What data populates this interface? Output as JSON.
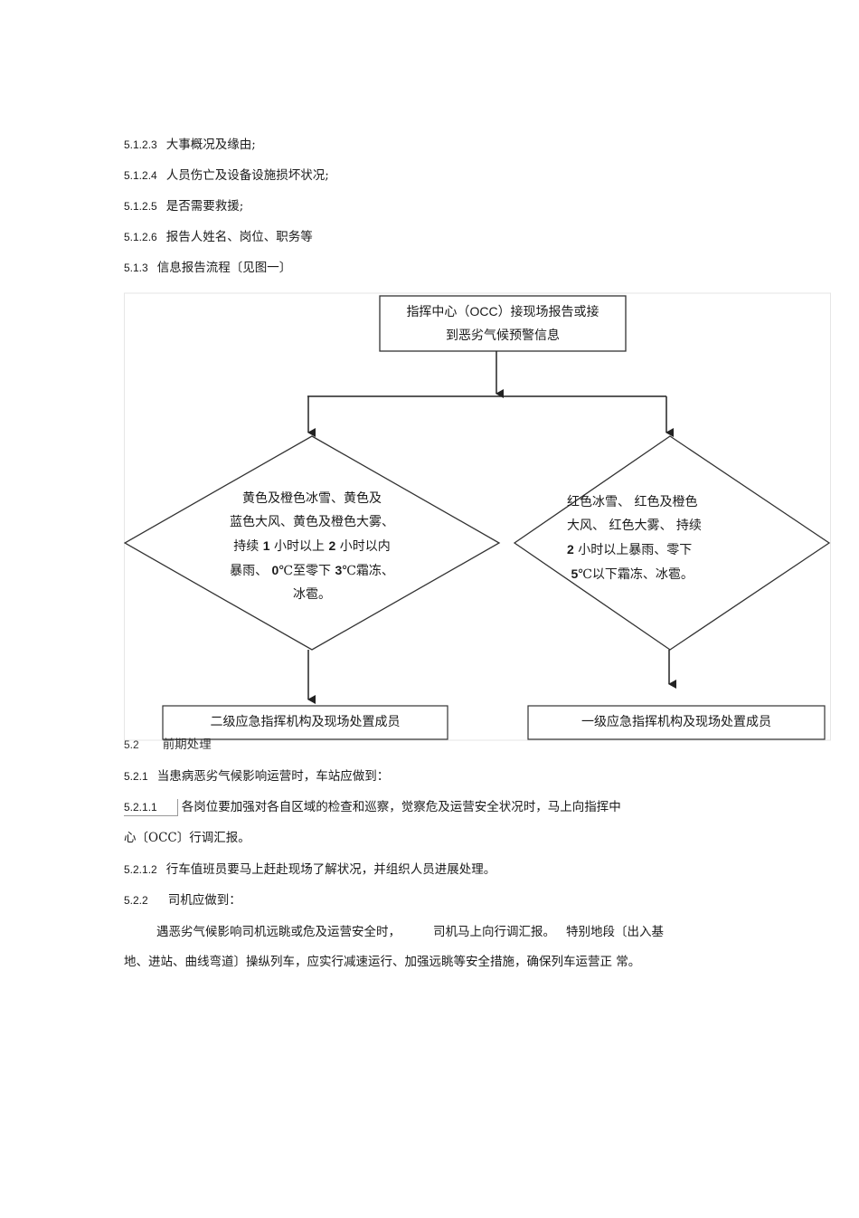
{
  "items": {
    "i1": {
      "num": "5.1.2.3",
      "text": "大事概况及缘由;"
    },
    "i2": {
      "num": "5.1.2.4",
      "text": "人员伤亡及设备设施损坏状况;"
    },
    "i3": {
      "num": "5.1.2.5",
      "text": "是否需要救援;"
    },
    "i4": {
      "num": "5.1.2.6",
      "text": "报告人姓名、岗位、职务等"
    },
    "i5": {
      "num": "5.1.3",
      "text": "信息报告流程〔见图一〕"
    }
  },
  "flow": {
    "top_l1_pre": "指挥中心（",
    "top_l1_en": "OCC",
    "top_l1_post": "）接现场报告或接",
    "top_l2": "到恶劣气候预警信息",
    "left": {
      "l1": "黄色及橙色冰雪、黄色及",
      "l2": "蓝色大风、黄色及橙色大雾、",
      "l3_a": "持续",
      "l3_n1": "1",
      "l3_b": "小时以上",
      "l3_n2": "2",
      "l3_c": "小时以内",
      "l4_a": "暴雨、",
      "l4_n1": "0",
      "l4_b": "℃至零下",
      "l4_n2": "3",
      "l4_c": "℃霜冻、",
      "l5": "冰雹。"
    },
    "right": {
      "l1": "红色冰雪、 红色及橙色",
      "l2": "大风、 红色大雾、 持续",
      "l3_n": "2",
      "l3": "小时以上暴雨、零下",
      "l4_n": "5",
      "l4": "℃以下霜冻、冰雹。"
    },
    "box_left": "二级应急指挥机构及现场处置成员",
    "box_right": "一级应急指挥机构及现场处置成员"
  },
  "sec52": {
    "num": "5.2",
    "text": "前期处理"
  },
  "p521": {
    "num": "5.2.1",
    "text": "当患病恶劣气候影响运营时，车站应做到："
  },
  "p5211": {
    "num": "5.2.1.1",
    "text": "各岗位要加强对各自区域的检查和巡察，觉察危及运营安全状况时，马上向指挥中",
    "cont": "心〔OCC〕行调汇报。"
  },
  "p5212": {
    "num": "5.2.1.2",
    "text": "行车值班员要马上赶赴现场了解状况，并组织人员进展处理。"
  },
  "p522": {
    "num": "5.2.2",
    "text": "司机应做到："
  },
  "para": {
    "l1_a": "遇恶劣气候影响司机远眺或危及运营安全时，",
    "l1_b": "司机马上向行调汇报。",
    "l1_c": "特别地段〔出入基",
    "l2": "地、进站、曲线弯道〕操纵列车，应实行减速运行、加强远眺等安全措施，确保列车运营正 常。"
  }
}
